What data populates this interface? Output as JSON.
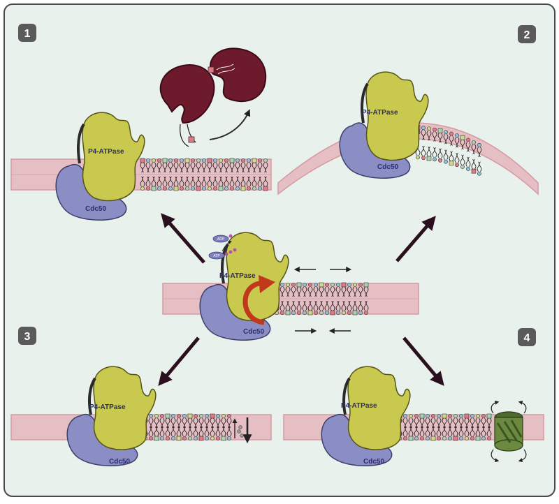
{
  "figure": {
    "panels": [
      {
        "number": "1",
        "protein": "P4-ATPase",
        "partner": "Cdc50",
        "process": "vesicle-budding"
      },
      {
        "number": "2",
        "protein": "P4-ATPase",
        "partner": "Cdc50",
        "process": "membrane-curvature"
      },
      {
        "number": "3",
        "protein": "P4-ATPase",
        "partner": "Cdc50",
        "process": "lipid-flip-signalling"
      },
      {
        "number": "4",
        "protein": "P4-ATPase",
        "partner": "Cdc50",
        "process": "channel-regulation"
      }
    ],
    "center": {
      "protein": "P4-ATPase",
      "partner": "Cdc50",
      "adp": "ADP",
      "atp": "ATP"
    }
  },
  "colors": {
    "background": "#e9f1ec",
    "border": "#4a4a4a",
    "membrane": "#e6bfc4",
    "membrane_edge": "#d49aa2",
    "p4atpase": "#c9c84f",
    "cdc50": "#8a8ec4",
    "vesicle": "#6d1a2c",
    "flip_arrow": "#c0391b",
    "channel": "#5f7a3a",
    "arrow": "#2a0f1e"
  }
}
